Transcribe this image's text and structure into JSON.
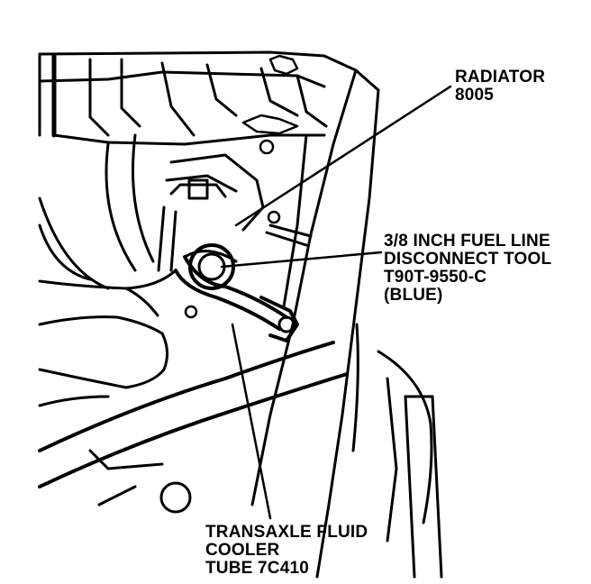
{
  "callouts": {
    "radiator": {
      "line1": "RADIATOR",
      "line2": "8005"
    },
    "disconnect_tool": {
      "line1": "3/8 INCH FUEL LINE",
      "line2": "DISCONNECT TOOL",
      "line3": "T90T-9550-C",
      "line4": "(BLUE)"
    },
    "cooler_tube": {
      "line1": "TRANSAXLE FLUID",
      "line2": "COOLER",
      "line3": "TUBE 7C410"
    }
  },
  "colors": {
    "ink": "#000000",
    "paper": "#ffffff"
  }
}
